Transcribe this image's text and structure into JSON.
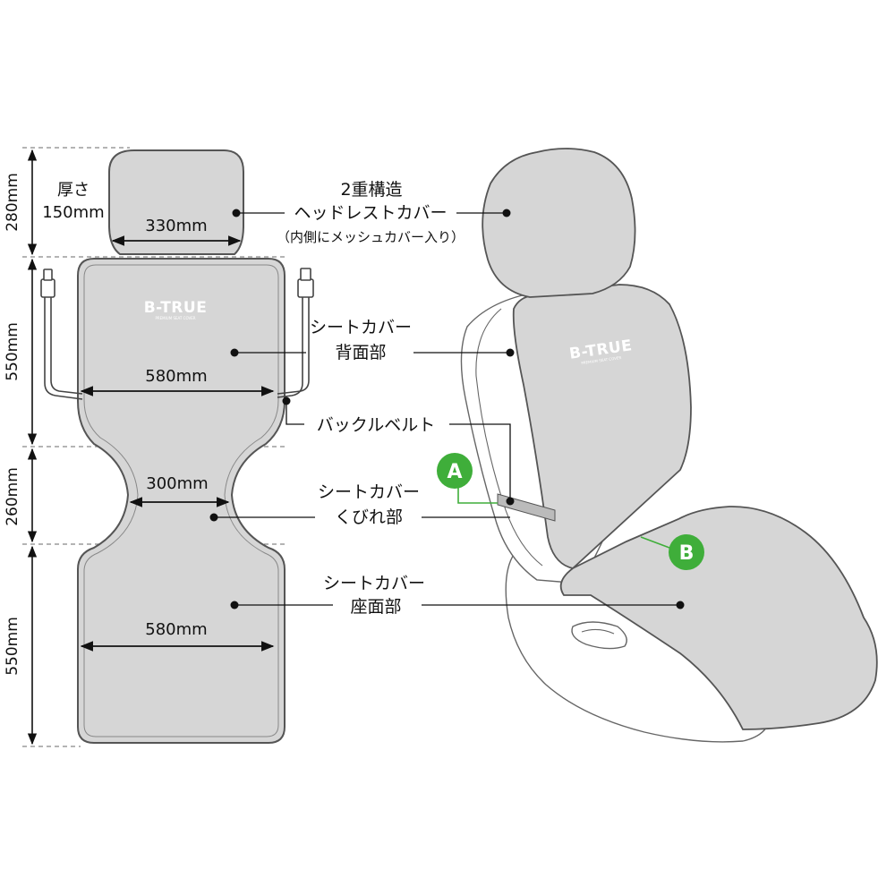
{
  "vertical_dims": {
    "headrest": "280mm",
    "back": "550mm",
    "waist": "260mm",
    "seat": "550mm"
  },
  "headrest": {
    "thickness_label": "厚さ",
    "thickness_value": "150mm",
    "width": "330mm"
  },
  "widths": {
    "back": "580mm",
    "waist": "300mm",
    "seat": "580mm"
  },
  "logo": {
    "text": "B-TRUE",
    "subtext": "PREMIUM SEAT COVER"
  },
  "callouts": {
    "headrest": {
      "line1": "2重構造",
      "line2": "ヘッドレストカバー",
      "line3": "（内側にメッシュカバー入り）"
    },
    "back": {
      "line1": "シートカバー",
      "line2": "背面部"
    },
    "buckle": {
      "line1": "バックルベルト"
    },
    "waist": {
      "line1": "シートカバー",
      "line2": "くびれ部"
    },
    "seat": {
      "line1": "シートカバー",
      "line2": "座面部"
    }
  },
  "badges": {
    "a": "A",
    "b": "B"
  },
  "colors": {
    "cover_fill": "#d6d6d6",
    "cover_stroke": "#555555",
    "badge_green": "#3fae3a",
    "guide_dash": "#888888"
  }
}
